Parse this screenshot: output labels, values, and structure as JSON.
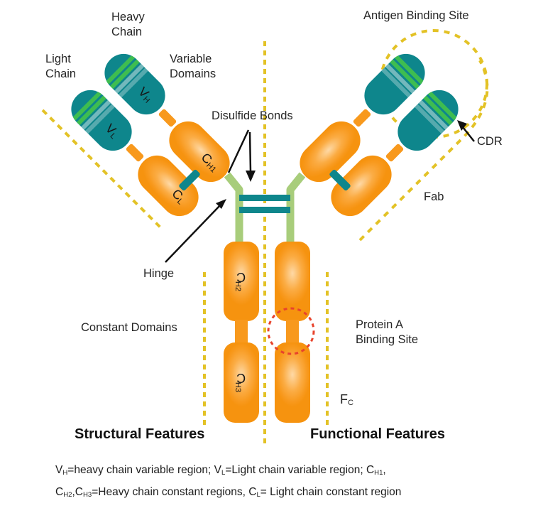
{
  "labels": {
    "heavy_chain": "Heavy\nChain",
    "light_chain": "Light\nChain",
    "variable_domains": "Variable\nDomains",
    "disulfide_bonds": "Disulfide Bonds",
    "hinge": "Hinge",
    "constant_domains": "Constant Domains",
    "antigen_binding_site": "Antigen Binding Site",
    "cdr": "CDR",
    "fab": "Fab",
    "protein_a_binding_site": "Protein A\nBinding Site",
    "fc": {
      "main": "F",
      "sub": "C"
    },
    "structural_features": "Structural Features",
    "functional_features": "Functional Features"
  },
  "domains": {
    "vh": {
      "main": "V",
      "sub": "H"
    },
    "vl": {
      "main": "V",
      "sub": "L"
    },
    "ch1": {
      "main": "C",
      "sub": "H1"
    },
    "cl": {
      "main": "C",
      "sub": "L"
    },
    "ch2": {
      "main": "C",
      "sub": "H2"
    },
    "ch3": {
      "main": "C",
      "sub": "H3"
    }
  },
  "legend": {
    "line1": [
      {
        "text": "V"
      },
      {
        "sub": "H"
      },
      {
        "text": "=heavy chain variable region; V"
      },
      {
        "sub": "L"
      },
      {
        "text": "=Light chain variable region; C"
      },
      {
        "sub": "H1"
      },
      {
        "text": ","
      }
    ],
    "line2": [
      {
        "text": "C"
      },
      {
        "sub": "H2"
      },
      {
        "text": ",C"
      },
      {
        "sub": "H3"
      },
      {
        "text": "=Heavy chain constant regions, C"
      },
      {
        "sub": "L"
      },
      {
        "text": "= Light chain constant region"
      }
    ]
  },
  "colors": {
    "teal": "#0E868C",
    "orange": "#F8991D",
    "stripe_green": "#3EBD50",
    "stem_green": "#A8CD7B",
    "dash_yellow": "#E3C226",
    "dash_red": "#E8432C",
    "text": "#262626"
  }
}
